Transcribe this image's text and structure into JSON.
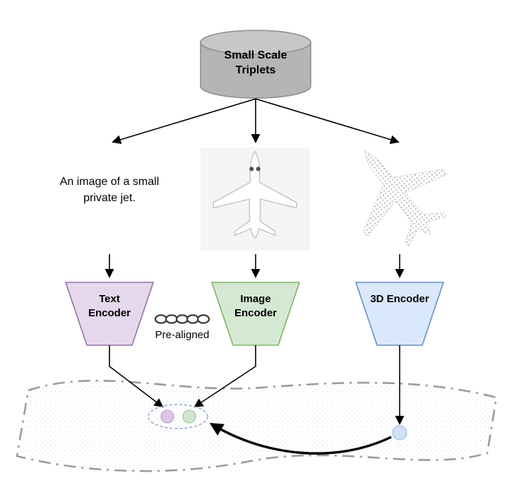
{
  "diagram": {
    "database": {
      "label": "Small Scale Triplets",
      "fill": "#b5b5b5"
    },
    "text_sample": "An image of a small private jet.",
    "pre_aligned_label": "Pre-aligned",
    "encoders": [
      {
        "id": "text-encoder",
        "label": "Text Encoder",
        "fill": "#e5d8ec",
        "stroke": "#9673a6"
      },
      {
        "id": "image-encoder",
        "label": "Image Encoder",
        "fill": "#d5e8d4",
        "stroke": "#82b366"
      },
      {
        "id": "3d-encoder",
        "label": "3D Encoder",
        "fill": "#dae8fc",
        "stroke": "#6c8ebf"
      }
    ],
    "embedding_space": {
      "dots": [
        {
          "id": "text-embedding-dot",
          "color": "#dcc7e6"
        },
        {
          "id": "image-embedding-dot",
          "color": "#cfe6cd"
        },
        {
          "id": "3d-embedding-dot",
          "color": "#cfe0f8"
        }
      ]
    },
    "icons": {
      "database": "database-cylinder-icon",
      "pre_aligned": "chain-link-icon"
    }
  }
}
